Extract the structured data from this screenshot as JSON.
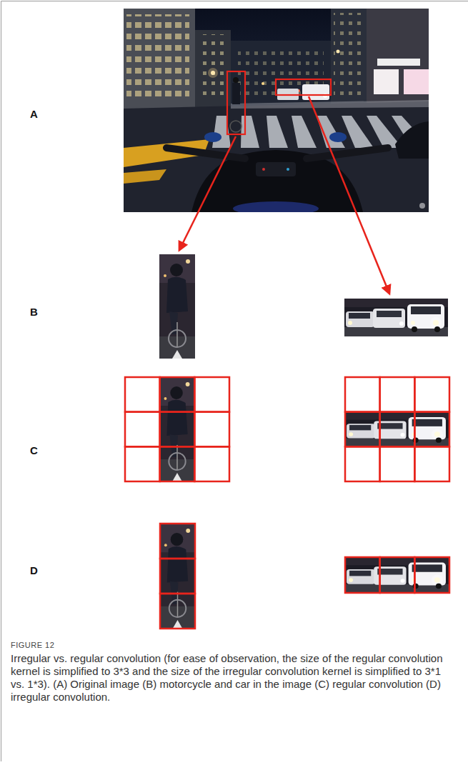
{
  "diagram": {
    "title": "FIGURE 12",
    "caption": "Irregular vs. regular convolution (for ease of observation, the size of the regular convolution kernel is simplified to 3*3 and the size of the irregular convolution kernel is simplified to 3*1 vs. 1*3). (A) Original image (B) motorcycle and car in the image (C) regular convolution (D) irregular convolution.",
    "labels": [
      "A",
      "B",
      "C",
      "D"
    ]
  }
}
